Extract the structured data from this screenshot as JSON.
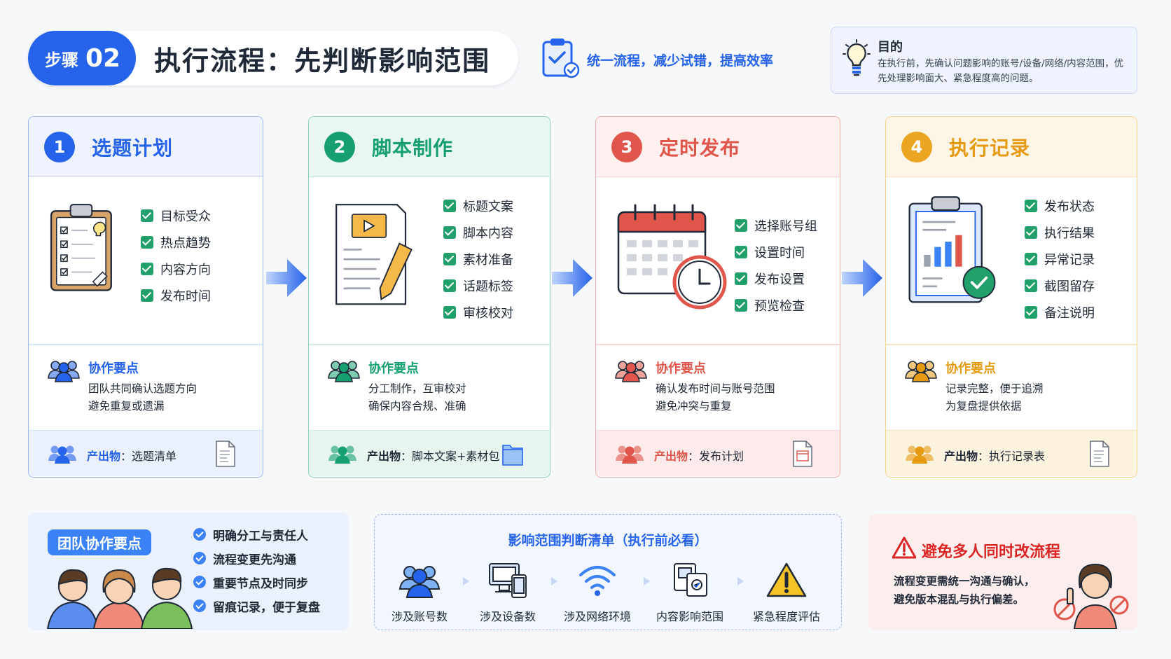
{
  "header": {
    "step_label": "步骤",
    "step_num": "02",
    "title": "执行流程：先判断影响范围",
    "slogan": "统一流程，减少试错，提高效率",
    "purpose_title": "目的",
    "purpose_text": "在执行前，先确认问题影响的账号/设备/网络/内容范围，优先处理影响面大、紧急程度高的问题。"
  },
  "colors": {
    "blue": "#2563eb",
    "green": "#16a070",
    "red": "#e0564b",
    "orange": "#eba520"
  },
  "cards": [
    {
      "num": "1",
      "title": "选题计划",
      "checks": [
        "目标受众",
        "热点趋势",
        "内容方向",
        "发布时间"
      ],
      "collab_title": "协作要点",
      "collab_lines": [
        "团队共同确认选题方向",
        "避免重复或遗漏"
      ],
      "output_label": "产出物",
      "output_value": "：选题清单",
      "icon": "clipboard-checklist-icon"
    },
    {
      "num": "2",
      "title": "脚本制作",
      "checks": [
        "标题文案",
        "脚本内容",
        "素材准备",
        "话题标签",
        "审核校对"
      ],
      "collab_title": "协作要点",
      "collab_lines": [
        "分工制作，互审校对",
        "确保内容合规、准确"
      ],
      "output_label": "产出物",
      "output_value": "：脚本文案+素材包",
      "icon": "video-script-icon"
    },
    {
      "num": "3",
      "title": "定时发布",
      "checks": [
        "选择账号组",
        "设置时间",
        "发布设置",
        "预览检查"
      ],
      "collab_title": "协作要点",
      "collab_lines": [
        "确认发布时间与账号范围",
        "避免冲突与重复"
      ],
      "output_label": "产出物",
      "output_value": "：发布计划",
      "icon": "calendar-clock-icon"
    },
    {
      "num": "4",
      "title": "执行记录",
      "checks": [
        "发布状态",
        "执行结果",
        "异常记录",
        "截图留存",
        "备注说明"
      ],
      "collab_title": "协作要点",
      "collab_lines": [
        "记录完整，便于追溯",
        "为复盘提供依据"
      ],
      "output_label": "产出物",
      "output_value": "：执行记录表",
      "icon": "report-chart-icon"
    }
  ],
  "team": {
    "title": "团队协作要点",
    "items": [
      "明确分工与责任人",
      "流程变更先沟通",
      "重要节点及时同步",
      "留痕记录，便于复盘"
    ]
  },
  "scope": {
    "title": "影响范围判断清单（执行前必看）",
    "items": [
      "涉及账号数",
      "涉及设备数",
      "涉及网络环境",
      "内容影响范围",
      "紧急程度评估"
    ]
  },
  "warning": {
    "title": "避免多人同时改流程",
    "line1": "流程变更需统一沟通与确认，",
    "line2": "避免版本混乱与执行偏差。"
  }
}
